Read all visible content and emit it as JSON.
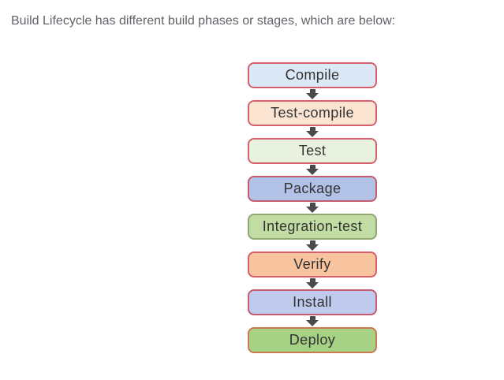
{
  "page": {
    "heading": "Build Lifecycle has different build phases or stages, which are below:"
  },
  "flowchart": {
    "type": "vertical-flow",
    "arrow_direction": "down",
    "arrow_color": "#4a4a4a",
    "text_color": "#333333",
    "steps": [
      {
        "label": "Compile",
        "fill": "#dbe8f6",
        "border": "#d4606b"
      },
      {
        "label": "Test-compile",
        "fill": "#fce4d3",
        "border": "#d4606b"
      },
      {
        "label": "Test",
        "fill": "#e9f2df",
        "border": "#d4606b"
      },
      {
        "label": "Package",
        "fill": "#b2c2e6",
        "border": "#c45b6e"
      },
      {
        "label": "Integration-test",
        "fill": "#c2dda4",
        "border": "#90a674"
      },
      {
        "label": "Verify",
        "fill": "#f8c4a0",
        "border": "#d4606b"
      },
      {
        "label": "Install",
        "fill": "#bfcaed",
        "border": "#c45b6e"
      },
      {
        "label": "Deploy",
        "fill": "#a6d285",
        "border": "#c8794e"
      }
    ]
  }
}
